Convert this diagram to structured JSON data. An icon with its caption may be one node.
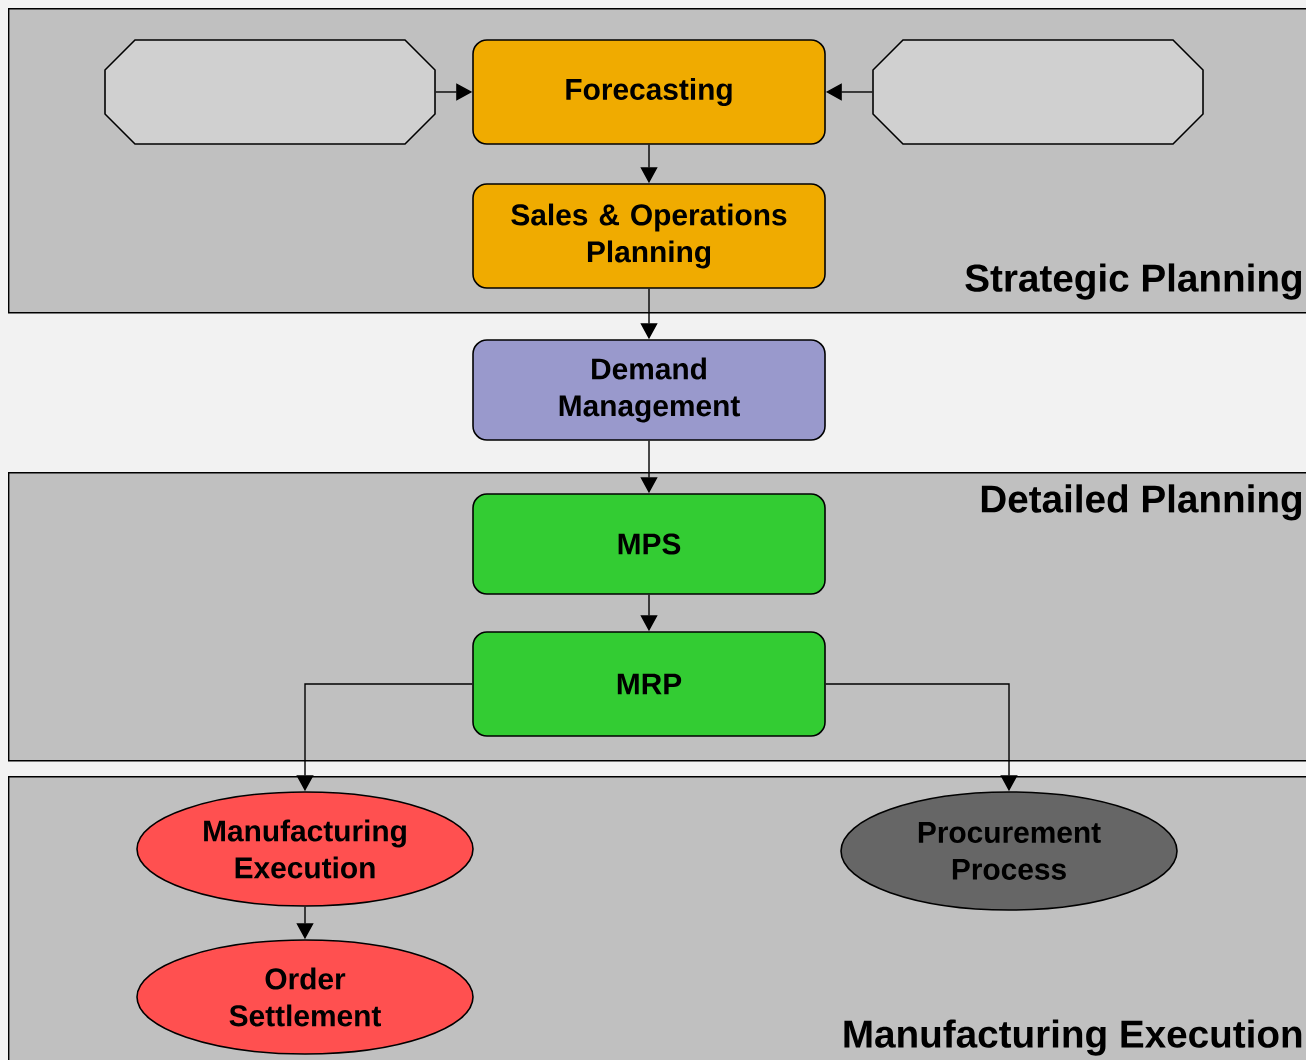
{
  "diagram": {
    "nodes": [
      {
        "text": [
          "Strategic Planning"
        ]
      },
      {
        "text": [],
        "shape": "octagon",
        "in": 0
      },
      {
        "text": [
          "Forecasting"
        ],
        "in": 0
      },
      {
        "text": [],
        "shape": "octagon",
        "in": 0
      },
      {
        "text": [
          "Sales & Operations Planning"
        ],
        "in": 0
      },
      {
        "text": [
          "Demand Management"
        ]
      },
      {
        "text": [
          "Detailed Planning"
        ]
      },
      {
        "text": [
          "MPS"
        ],
        "in": 6
      },
      {
        "text": [
          "MRP"
        ],
        "in": 6
      },
      {
        "text": [
          "Manufacturing Execution"
        ]
      },
      {
        "text": [
          "Manufacturing Execution"
        ],
        "in": 9
      },
      {
        "text": [
          "Procurement Process"
        ],
        "in": 9
      },
      {
        "text": [
          "Order Settlement"
        ],
        "in": 9
      }
    ],
    "edges": [
      {
        "from": 1,
        "to": 2,
        "arrow": "to"
      },
      {
        "from": 3,
        "to": 2,
        "arrow": "to"
      },
      {
        "from": 2,
        "to": 4,
        "arrow": "to"
      },
      {
        "from": 4,
        "to": 5,
        "arrow": "to"
      },
      {
        "from": 5,
        "to": 7,
        "arrow": "to"
      },
      {
        "from": 7,
        "to": 8,
        "arrow": "to"
      },
      {
        "from": 8,
        "to": 10,
        "arrow": "to"
      },
      {
        "from": 8,
        "to": 11,
        "arrow": "to"
      },
      {
        "from": 10,
        "to": 12,
        "arrow": "to"
      }
    ]
  }
}
